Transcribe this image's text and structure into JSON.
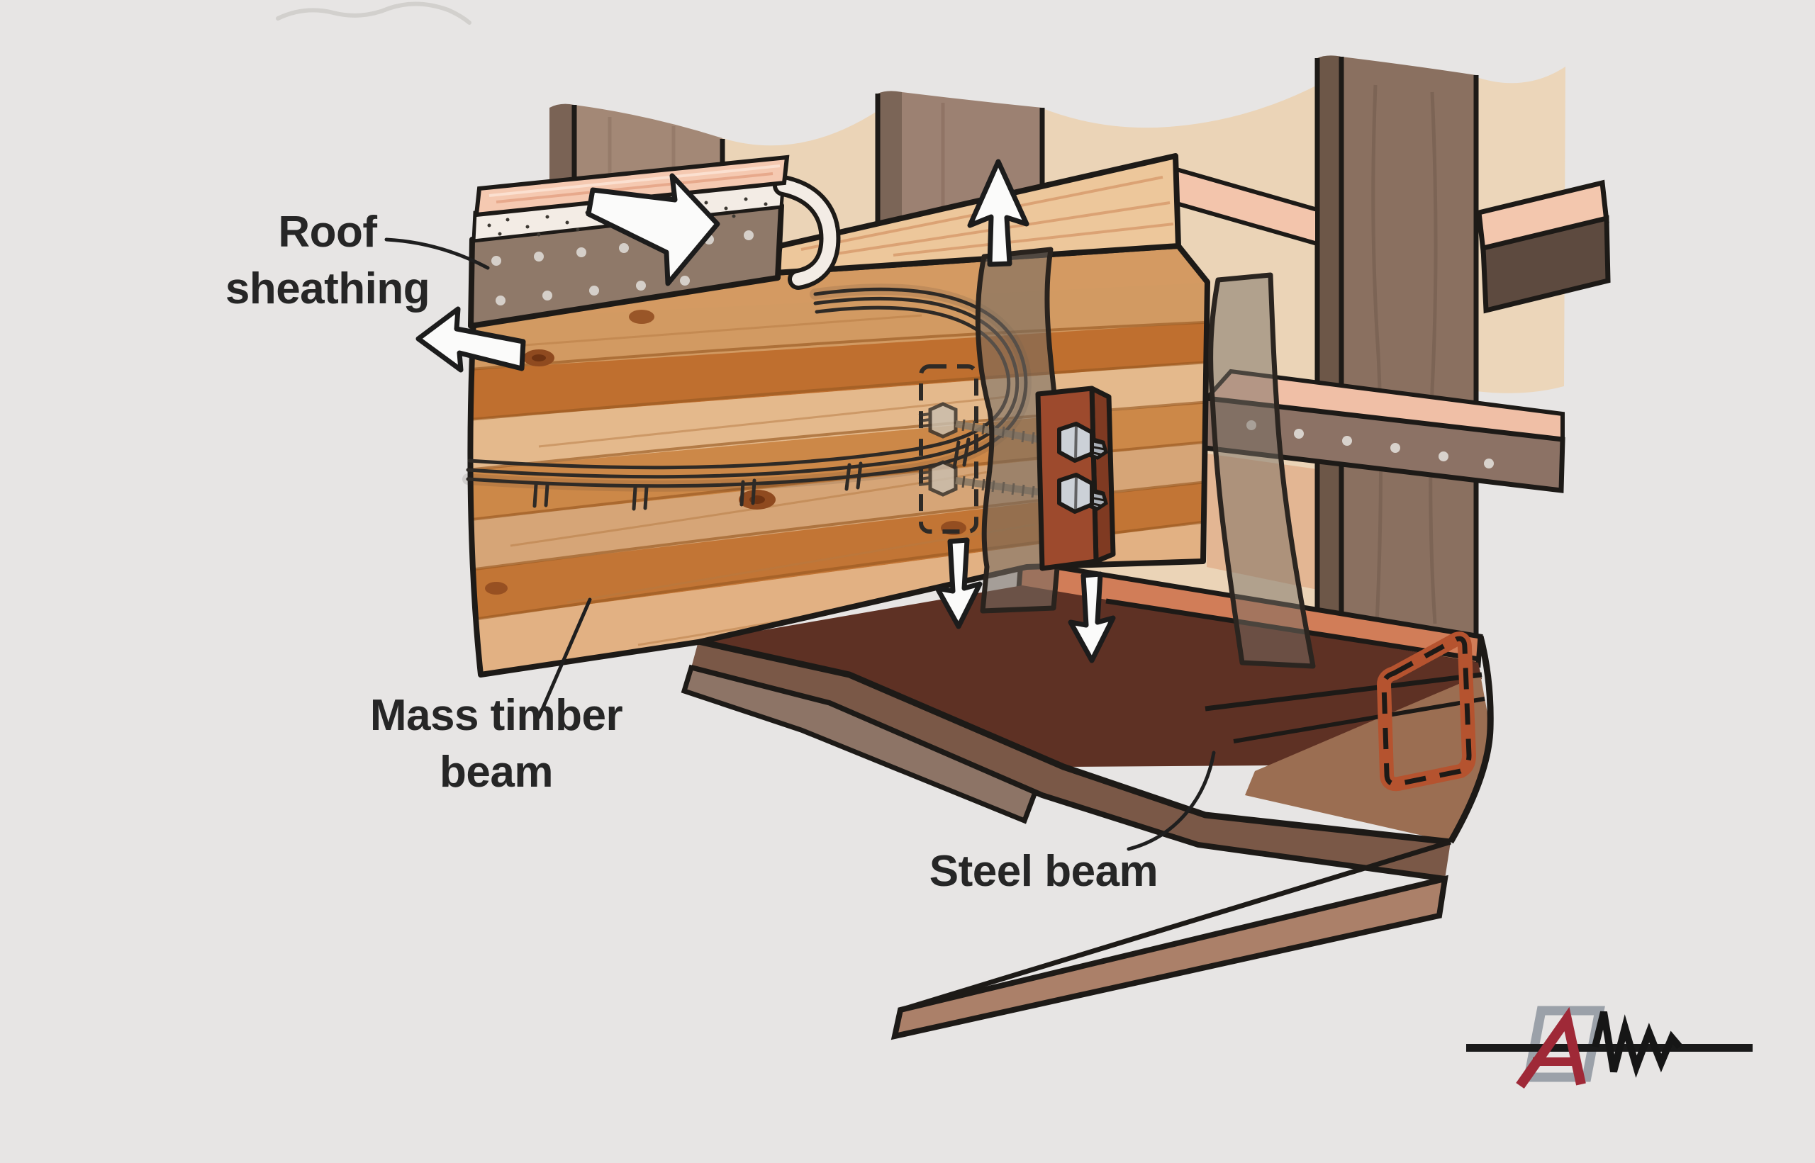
{
  "figure": {
    "type": "construction-detail-illustration",
    "subject": "Mass timber beam connected to steel beam below roof sheathing"
  },
  "labels": {
    "roof_sheathing": {
      "line1": "Roof",
      "line2": "sheathing"
    },
    "mass_timber": {
      "line1": "Mass timber",
      "line2": "beam"
    },
    "steel_beam": {
      "text": "Steel beam"
    }
  },
  "arrows": [
    {
      "name": "force-arrow-right",
      "direction": "right"
    },
    {
      "name": "force-arrow-up",
      "direction": "up"
    },
    {
      "name": "force-arrow-left",
      "direction": "left"
    },
    {
      "name": "force-arrow-down-left",
      "direction": "down"
    },
    {
      "name": "force-arrow-down-right",
      "direction": "down"
    }
  ],
  "connection": {
    "hidden_elements": [
      "recessed nut pocket (dashed)",
      "hidden steel member at beam end (dashed)"
    ],
    "fasteners": [
      "two threaded rods",
      "two hex nuts recessed in timber",
      "two hex nuts on steel side plate"
    ]
  },
  "logo": {
    "letter": "A",
    "elements": [
      "gray-frame",
      "red-letter-A",
      "baseline",
      "seismic-zigzag"
    ],
    "colors": {
      "red": "#9f2937",
      "gray": "#9ba1a9",
      "black": "#1a1a1a"
    }
  },
  "palette": {
    "background": "#e7e5e4",
    "wall_tan": "#ebd4b7",
    "stud_face": "#a38876",
    "timber_light": "#e0ae7e",
    "timber_dark": "#bf6f2f",
    "roof_plank_pink": "#f5c9b1",
    "sheathing_white": "#f3ece5",
    "fascia_gray": "#8f7969",
    "steel_dark": "#5e3124",
    "steel_salmon": "#d17d58",
    "side_plate_red": "#9d4a2d",
    "hidden_dash_orange": "#b5532f",
    "arrow_white": "#fbfbfa",
    "line_black": "#1d1a17"
  }
}
